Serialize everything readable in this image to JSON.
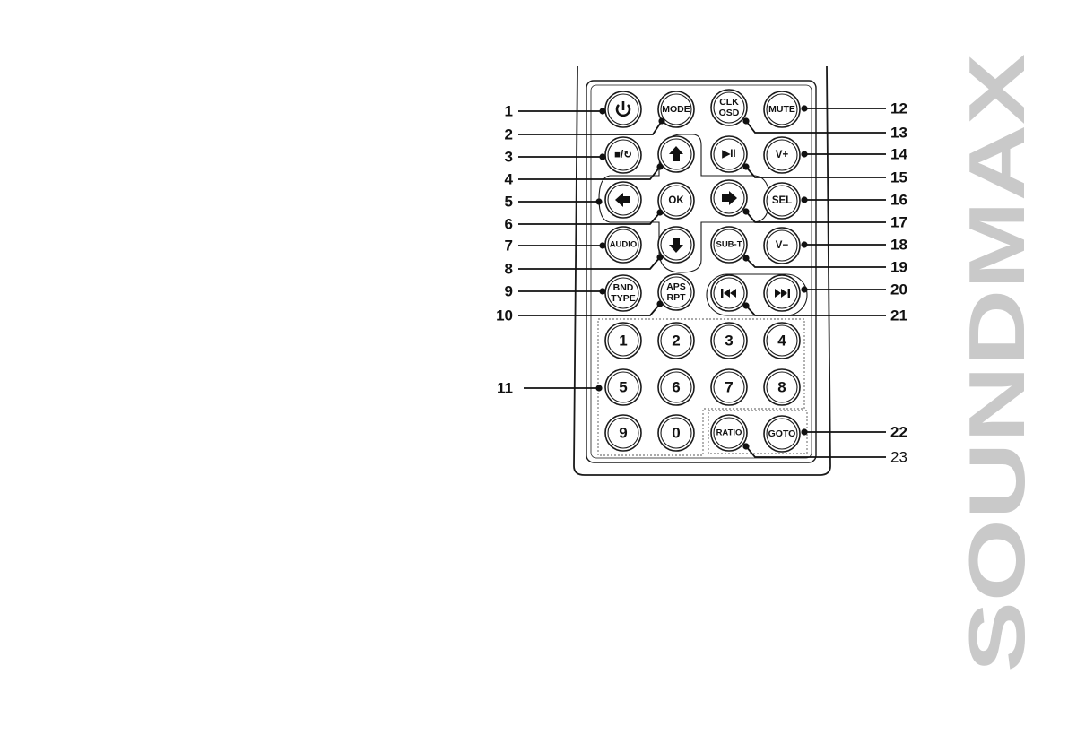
{
  "brand": {
    "text": "SOUNDMAX",
    "color": "#c9c9c9"
  },
  "buttons": [
    {
      "id": "power",
      "icon": "power-icon",
      "label": ""
    },
    {
      "id": "mode",
      "label": "MODE"
    },
    {
      "id": "clk-osd",
      "label": "CLK",
      "label2": "OSD"
    },
    {
      "id": "mute",
      "label": "MUTE"
    },
    {
      "id": "stop-return",
      "label": "■/↻"
    },
    {
      "id": "up",
      "icon": "arrow-up-icon",
      "label": ""
    },
    {
      "id": "play-pause",
      "label": "▶II"
    },
    {
      "id": "vol-up",
      "label": "V+"
    },
    {
      "id": "left",
      "icon": "arrow-left-icon",
      "label": ""
    },
    {
      "id": "ok",
      "label": "OK"
    },
    {
      "id": "right",
      "icon": "arrow-right-icon",
      "label": ""
    },
    {
      "id": "sel",
      "label": "SEL"
    },
    {
      "id": "audio",
      "label": "AUDIO"
    },
    {
      "id": "down",
      "icon": "arrow-down-icon",
      "label": ""
    },
    {
      "id": "sub-t",
      "label": "SUB-T"
    },
    {
      "id": "vol-down",
      "label": "V−"
    },
    {
      "id": "bnd-type",
      "label": "BND",
      "label2": "TYPE"
    },
    {
      "id": "aps-rpt",
      "label": "APS",
      "label2": "RPT"
    },
    {
      "id": "prev",
      "icon": "skip-previous-icon",
      "label": ""
    },
    {
      "id": "next",
      "icon": "skip-next-icon",
      "label": ""
    },
    {
      "id": "ratio",
      "label": "RATIO"
    },
    {
      "id": "goto",
      "label": "GOTO"
    }
  ],
  "number_keys": [
    "1",
    "2",
    "3",
    "4",
    "5",
    "6",
    "7",
    "8",
    "9",
    "0"
  ],
  "callouts": [
    {
      "n": "1",
      "side": "left"
    },
    {
      "n": "2",
      "side": "left"
    },
    {
      "n": "3",
      "side": "left"
    },
    {
      "n": "4",
      "side": "left"
    },
    {
      "n": "5",
      "side": "left"
    },
    {
      "n": "6",
      "side": "left"
    },
    {
      "n": "7",
      "side": "left"
    },
    {
      "n": "8",
      "side": "left"
    },
    {
      "n": "9",
      "side": "left"
    },
    {
      "n": "10",
      "side": "left"
    },
    {
      "n": "11",
      "side": "left"
    },
    {
      "n": "12",
      "side": "right"
    },
    {
      "n": "13",
      "side": "right"
    },
    {
      "n": "14",
      "side": "right"
    },
    {
      "n": "15",
      "side": "right"
    },
    {
      "n": "16",
      "side": "right"
    },
    {
      "n": "17",
      "side": "right"
    },
    {
      "n": "18",
      "side": "right"
    },
    {
      "n": "19",
      "side": "right"
    },
    {
      "n": "20",
      "side": "right"
    },
    {
      "n": "21",
      "side": "right"
    },
    {
      "n": "22",
      "side": "right"
    },
    {
      "n": "23",
      "side": "right"
    }
  ]
}
